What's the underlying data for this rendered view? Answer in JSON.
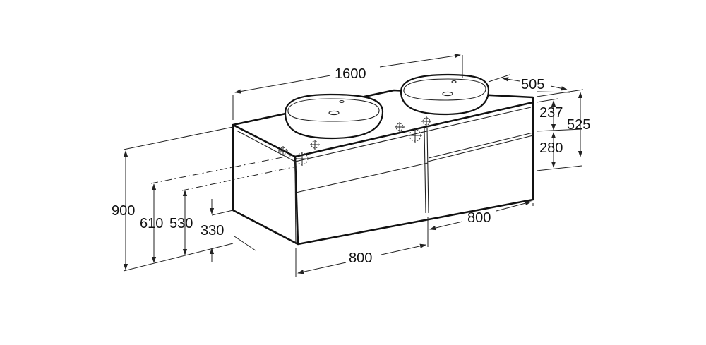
{
  "diagram": {
    "dimensions": {
      "overall_width": "1600",
      "depth": "505",
      "basin_height": "237",
      "cabinet_height": "280",
      "total_top_height": "525",
      "total_height": "900",
      "waste_height_1": "610",
      "waste_height_2": "530",
      "waste_height_3": "330",
      "module_width_front": "800",
      "module_width_right": "800"
    },
    "colors": {
      "line": "#111111",
      "background": "#ffffff"
    }
  }
}
